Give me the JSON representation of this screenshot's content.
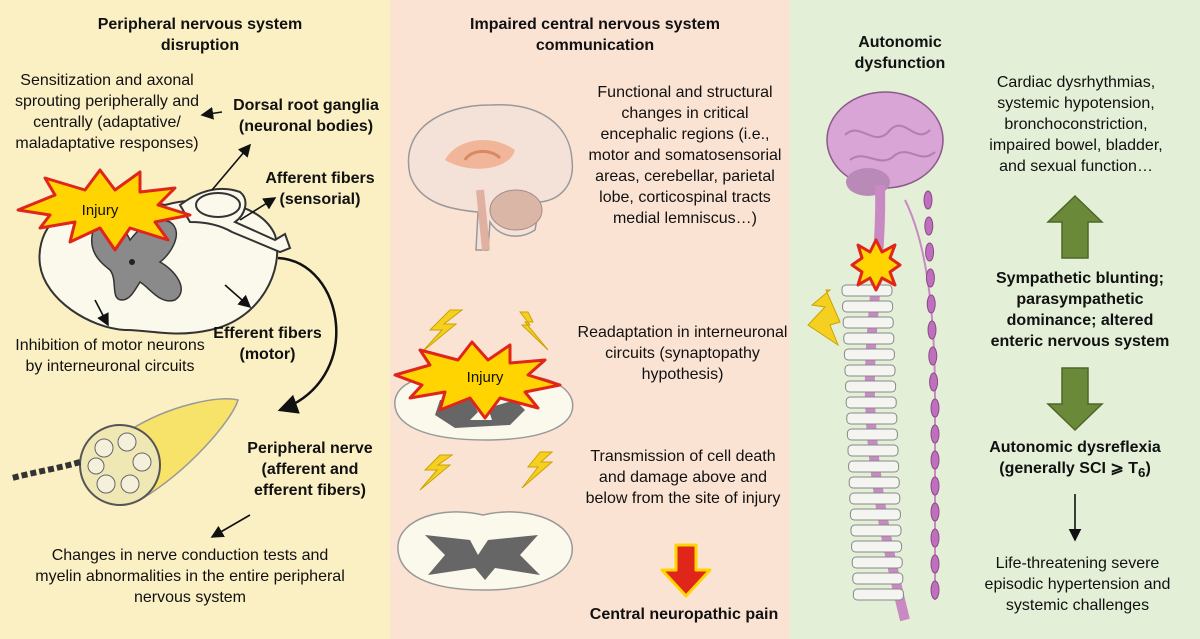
{
  "peripheral": {
    "title": "Peripheral nervous system disruption",
    "sensitization": "Sensitization and axonal sprouting peripherally and centrally (adaptative/ maladaptative responses)",
    "drg": "Dorsal root ganglia (neuronal bodies)",
    "afferent": "Afferent fibers (sensorial)",
    "efferent": "Efferent fibers (motor)",
    "injury_label": "Injury",
    "inhibition": "Inhibition of motor neurons by interneuronal circuits",
    "nerve": "Peripheral nerve (afferent and efferent fibers)",
    "conduction": "Changes in nerve conduction tests and myelin abnormalities in the entire peripheral nervous system"
  },
  "central": {
    "title": "Impaired central nervous system communication",
    "functional": "Functional and structural changes in critical encephalic regions (i.e., motor and somatosensorial areas, cerebellar, parietal lobe, corticospinal tracts medial lemniscus…)",
    "readaptation": "Readaptation in interneuronal circuits (synaptopathy hypothesis)",
    "injury_label": "Injury",
    "transmission": "Transmission of cell death and damage above and below from the site of injury",
    "pain": "Central neuropathic pain"
  },
  "autonomic": {
    "title": "Autonomic dysfunction",
    "effects": "Cardiac dysrhythmias, systemic hypotension, bronchoconstriction, impaired bowel, bladder, and sexual function…",
    "sympathetic": "Sympathetic blunting; parasympathetic dominance; altered enteric nervous system",
    "dysreflexia": "Autonomic dysreflexia",
    "dysreflexia_note": "(generally SCI ⩾ T",
    "dysreflexia_sub": "6",
    "dysreflexia_close": ")",
    "outcome": "Life-threatening severe episodic hypertension and systemic challenges"
  },
  "colors": {
    "peripheral_bg": "#fbefc4",
    "central_bg": "#fbe3d4",
    "autonomic_bg": "#e3efd6",
    "arrow_green": "#6a8a3a",
    "arrow_red": "#c0392b",
    "burst_yellow": "#ffd400",
    "burst_red": "#e0261a"
  }
}
